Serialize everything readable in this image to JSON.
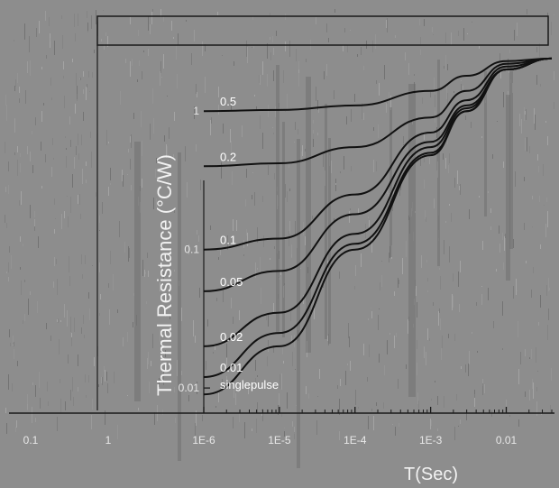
{
  "chart_data": {
    "type": "line",
    "title": "",
    "xlabel": "T(Sec)",
    "ylabel": "Thermal Resistance (°C/W)",
    "xscale": "log",
    "yscale": "log",
    "xlim": [
      1e-06,
      0.04
    ],
    "ylim": [
      0.008,
      3
    ],
    "x_tick_labels": [
      "1E-6",
      "1E-5",
      "1E-4",
      "1E-3",
      "0.01"
    ],
    "x_tick_values": [
      1e-06,
      1e-05,
      0.0001,
      0.001,
      0.01
    ],
    "y_tick_labels": [
      "0.01",
      "0.1",
      "1"
    ],
    "y_tick_values": [
      0.01,
      0.1,
      1
    ],
    "grid": false,
    "series": [
      {
        "name": "0.5",
        "x": [
          1e-06,
          1e-05,
          0.0001,
          0.001,
          0.003,
          0.01,
          0.04
        ],
        "y": [
          1.0,
          1.02,
          1.1,
          1.4,
          1.8,
          2.3,
          2.4
        ]
      },
      {
        "name": "0.2",
        "x": [
          1e-06,
          1e-05,
          0.0001,
          0.001,
          0.003,
          0.01,
          0.04
        ],
        "y": [
          0.4,
          0.42,
          0.55,
          0.9,
          1.4,
          2.2,
          2.4
        ]
      },
      {
        "name": "0.1",
        "x": [
          1e-06,
          1e-05,
          0.0001,
          0.001,
          0.003,
          0.01,
          0.04
        ],
        "y": [
          0.1,
          0.12,
          0.25,
          0.7,
          1.2,
          2.1,
          2.4
        ]
      },
      {
        "name": "0.05",
        "x": [
          1e-06,
          1e-05,
          0.0001,
          0.001,
          0.003,
          0.01,
          0.04
        ],
        "y": [
          0.05,
          0.07,
          0.18,
          0.6,
          1.1,
          2.0,
          2.4
        ]
      },
      {
        "name": "0.02",
        "x": [
          1e-06,
          1e-05,
          0.0001,
          0.001,
          0.003,
          0.01,
          0.04
        ],
        "y": [
          0.02,
          0.035,
          0.13,
          0.55,
          1.05,
          2.0,
          2.4
        ]
      },
      {
        "name": "0.01",
        "x": [
          1e-06,
          1e-05,
          0.0001,
          0.001,
          0.003,
          0.01,
          0.04
        ],
        "y": [
          0.012,
          0.025,
          0.11,
          0.5,
          1.0,
          2.0,
          2.4
        ]
      },
      {
        "name": "singlepulse",
        "x": [
          1e-06,
          1e-05,
          0.0001,
          0.001,
          0.003,
          0.01,
          0.04
        ],
        "y": [
          0.009,
          0.02,
          0.1,
          0.48,
          1.0,
          2.0,
          2.4
        ]
      }
    ],
    "left_axis_tick_labels": [
      "0.1",
      "1"
    ],
    "colors": {
      "background": "#8d8d8d",
      "curves": "#111111",
      "text": "#f2f2f2"
    }
  }
}
